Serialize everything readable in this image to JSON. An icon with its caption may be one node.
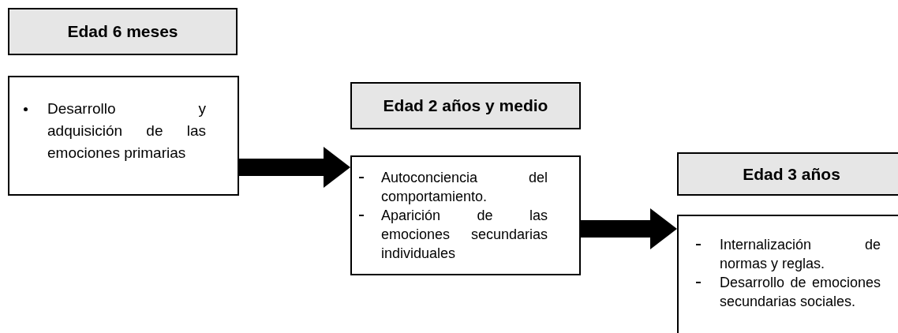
{
  "diagram": {
    "nodes": [
      {
        "text": [
          "Edad 6 meses"
        ]
      },
      {
        "text": [
          "Desarrollo y adquisición de las emociones primarias"
        ]
      },
      {
        "text": [
          "Edad 2 años y medio"
        ]
      },
      {
        "text": [
          "Autoconciencia del comportamiento.",
          "Aparición de las emociones secundarias individuales"
        ]
      },
      {
        "text": [
          "Edad 3 años"
        ]
      },
      {
        "text": [
          "Internalización de normas y reglas.",
          "Desarrollo de emociones secundarias sociales."
        ]
      }
    ],
    "edges": [
      {
        "from": 1,
        "to": 3,
        "arrow": "to"
      },
      {
        "from": 3,
        "to": 5,
        "arrow": "to"
      }
    ]
  }
}
